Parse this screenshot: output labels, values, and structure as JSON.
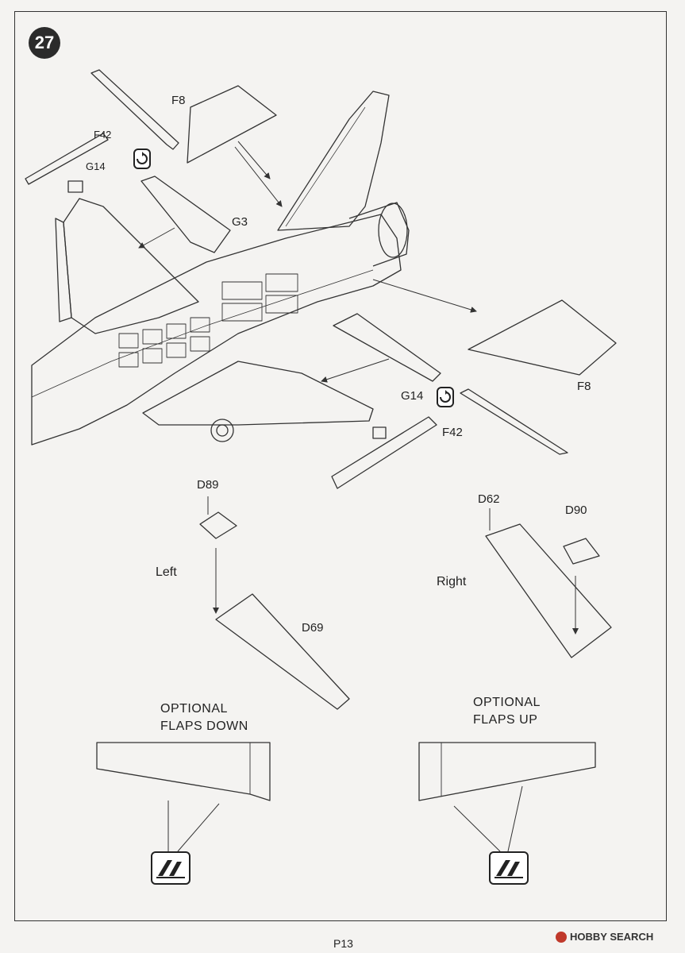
{
  "step": {
    "number": "27"
  },
  "parts": {
    "f8_top": "F8",
    "f42_left": "F42",
    "g14_left": "G14",
    "g3": "G3",
    "g14_right": "G14",
    "f42_right": "F42",
    "f8_right": "F8",
    "d89": "D89",
    "d62": "D62",
    "d90": "D90",
    "d69": "D69"
  },
  "sides": {
    "left": "Left",
    "right": "Right"
  },
  "options": {
    "flaps_down_line1": "OPTIONAL",
    "flaps_down_line2": "FLAPS DOWN",
    "flaps_up_line1": "OPTIONAL",
    "flaps_up_line2": "FLAPS UP"
  },
  "footer": {
    "page": "P13",
    "watermark": "HOBBY SEARCH"
  },
  "icons": {
    "rotate": "rotate-icon",
    "glue": "glue-icon"
  }
}
